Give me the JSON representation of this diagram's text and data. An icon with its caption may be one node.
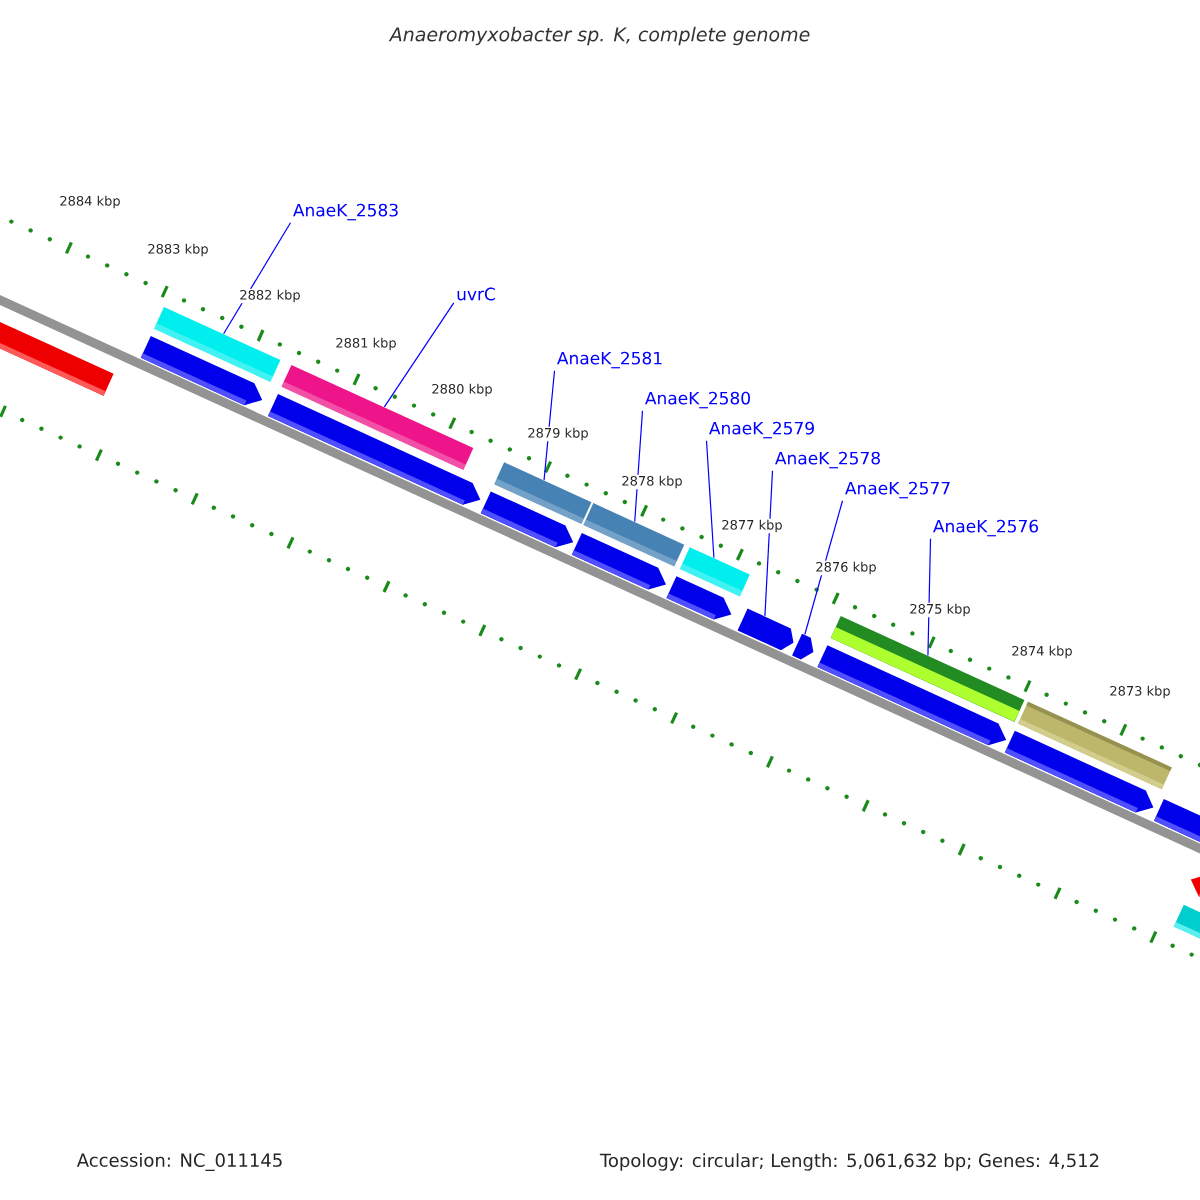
{
  "diagram": {
    "title": "Anaeromyxobacter sp. K, complete genome",
    "nodes": [
      {
        "text": [
          "AnaeK_2583"
        ]
      },
      {
        "text": [
          "uvrC"
        ]
      },
      {
        "text": [
          "AnaeK_2581"
        ]
      },
      {
        "text": [
          "AnaeK_2580"
        ]
      },
      {
        "text": [
          "AnaeK_2579"
        ]
      },
      {
        "text": [
          "AnaeK_2578"
        ]
      },
      {
        "text": [
          "AnaeK_2577"
        ]
      },
      {
        "text": [
          "AnaeK_2576"
        ]
      },
      {
        "text": [],
        "shape": "bar"
      },
      {
        "text": [],
        "shape": "bar"
      },
      {
        "text": [],
        "shape": "bar"
      },
      {
        "text": [],
        "shape": "bar"
      },
      {
        "text": [],
        "shape": "bar"
      },
      {
        "text": [],
        "shape": "arrow"
      },
      {
        "text": [],
        "shape": "arrow"
      },
      {
        "text": [],
        "shape": "bar"
      }
    ],
    "edges": [
      {
        "from": 0,
        "to": 8,
        "arrow": "none"
      },
      {
        "from": 1,
        "to": 9,
        "arrow": "none"
      },
      {
        "from": 2,
        "to": 10,
        "arrow": "none"
      },
      {
        "from": 3,
        "to": 11,
        "arrow": "none"
      },
      {
        "from": 4,
        "to": 12,
        "arrow": "none"
      },
      {
        "from": 5,
        "to": 13,
        "arrow": "none"
      },
      {
        "from": 6,
        "to": 14,
        "arrow": "none"
      },
      {
        "from": 7,
        "to": 15,
        "arrow": "none"
      }
    ],
    "labels": [
      "2884 kbp",
      "2883 kbp",
      "2882 kbp",
      "2881 kbp",
      "2880 kbp",
      "2879 kbp",
      "2878 kbp",
      "2877 kbp",
      "2876 kbp",
      "2875 kbp",
      "2874 kbp",
      "2873 kbp",
      "Accession: NC_011145",
      "Topology: circular; Length: 5,061,632 bp; Genes: 4,512"
    ]
  }
}
